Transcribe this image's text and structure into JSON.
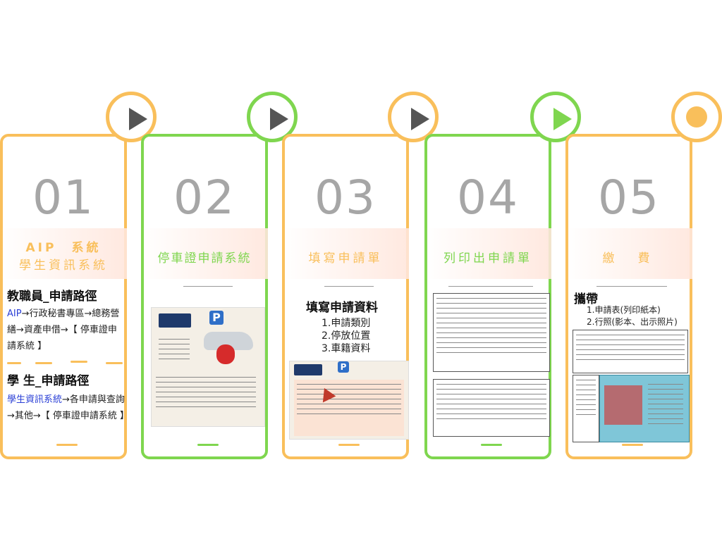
{
  "steps": [
    {
      "number": "01",
      "title_line1": "AIP　系統",
      "title_line2": "學生資訊系統"
    },
    {
      "number": "02",
      "title": "停車證申請系統"
    },
    {
      "number": "03",
      "title": "填寫申請單"
    },
    {
      "number": "04",
      "title": "列印出申請單"
    },
    {
      "number": "05",
      "title": "繳　費"
    }
  ],
  "card1": {
    "staff_heading": "教職員_申請路徑",
    "staff_path_link": "AIP",
    "staff_path_rest": "→行政秘書專區→總務營繕→資產申借→【 停車證申請系統 】",
    "student_heading": "學 生_申請路徑",
    "student_path_link": "學生資訊系統",
    "student_path_rest": "→各申請與查詢→其他→【 停車證申請系統 】"
  },
  "card3": {
    "heading": "填寫申請資料",
    "items": [
      "1.申請類別",
      "2.停放位置",
      "3.車籍資料"
    ]
  },
  "card5": {
    "heading": "攜帶",
    "items": [
      "1.申請表(列印紙本)",
      "2.行照(影本、出示照片)"
    ]
  },
  "icons": {
    "arrow": "play-triangle-icon",
    "end": "circle-dot-icon"
  },
  "colors": {
    "orange": "#f9bf5b",
    "green": "#7fd64f",
    "number_gray": "#a6a6a6",
    "link_blue": "#2a3fd6"
  }
}
